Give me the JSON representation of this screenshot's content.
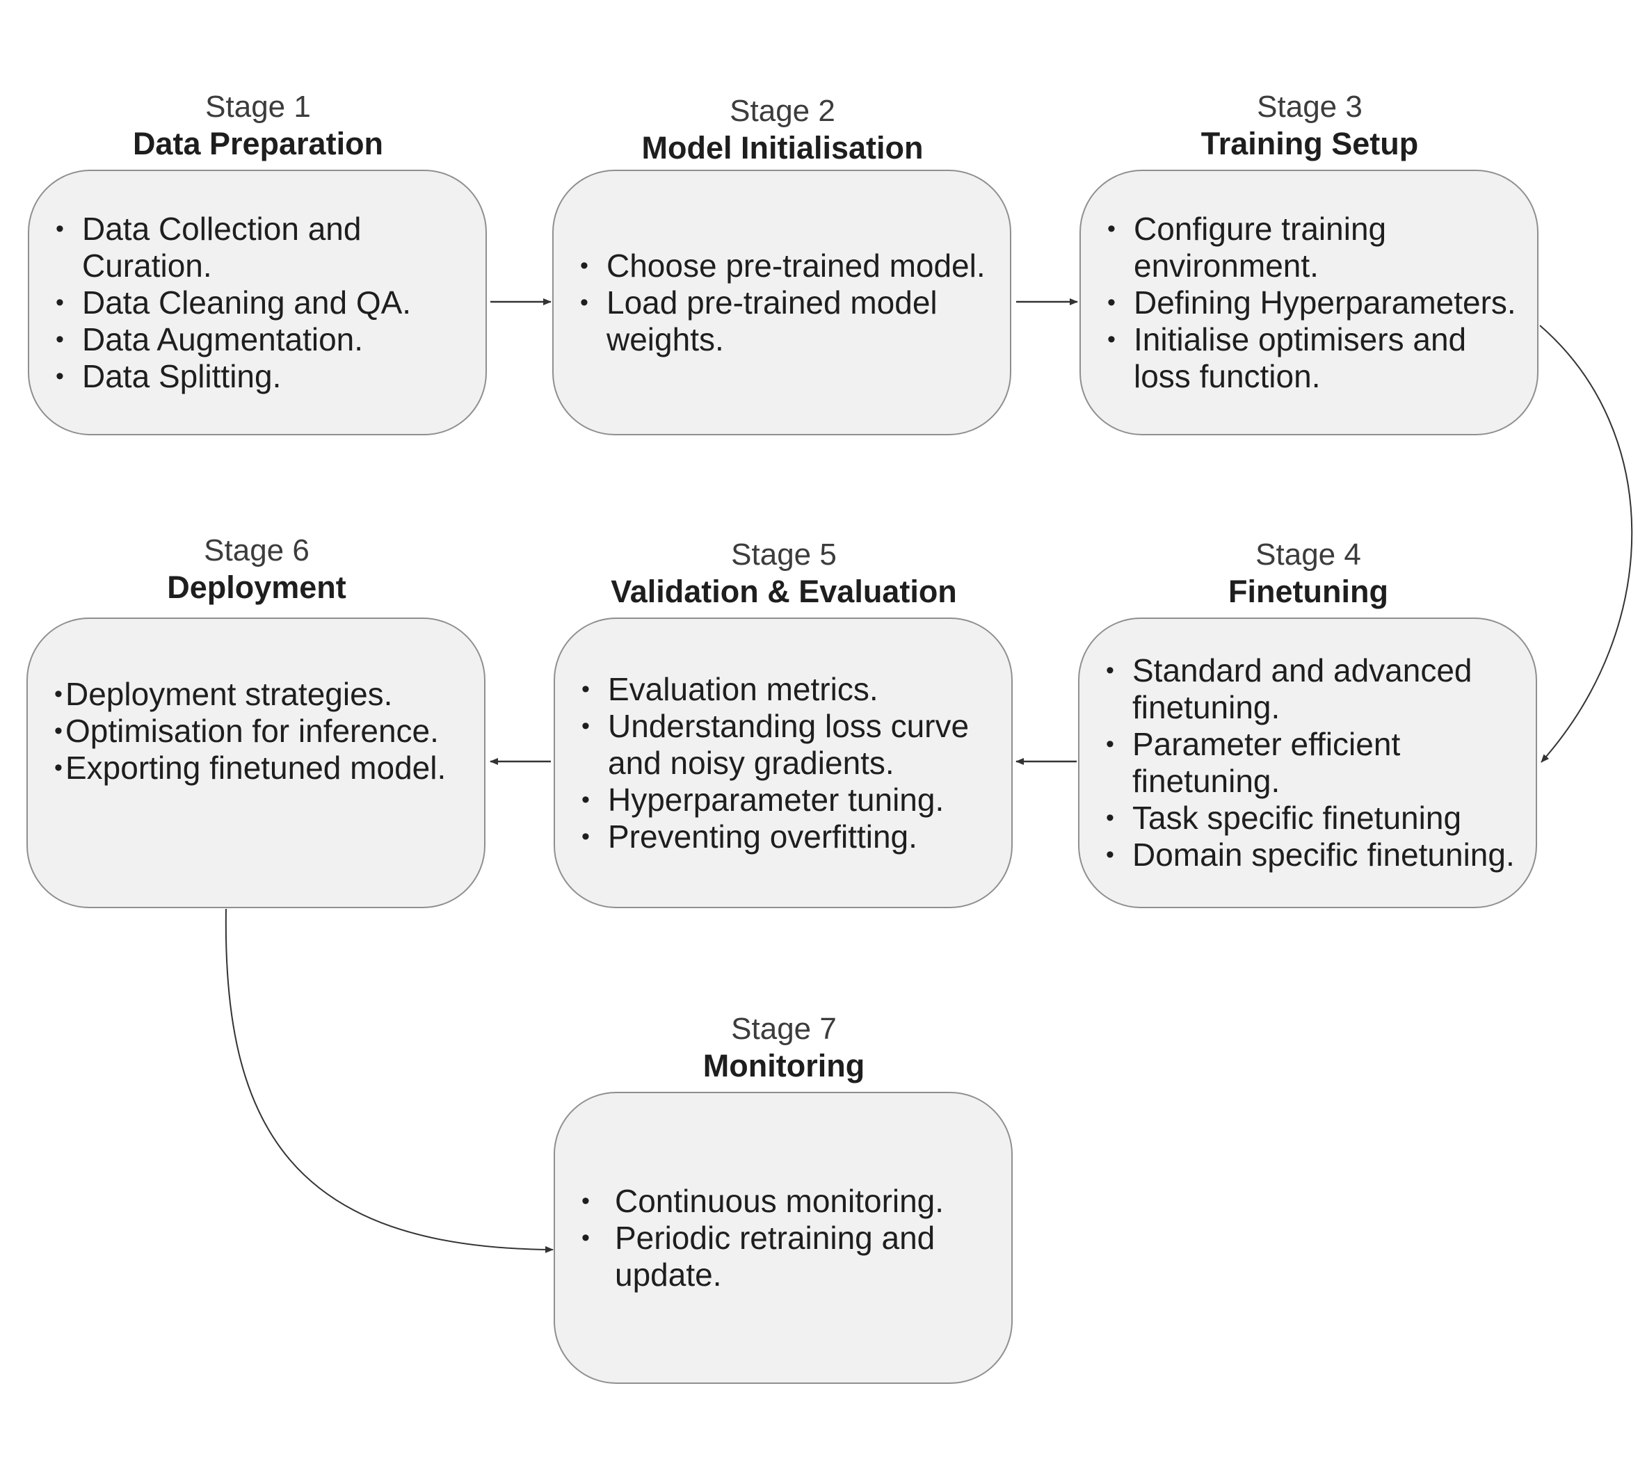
{
  "stages": [
    {
      "label": "Stage 1",
      "title": "Data Preparation",
      "items": [
        "Data Collection and Curation.",
        "Data Cleaning and QA.",
        "Data Augmentation.",
        "Data Splitting."
      ]
    },
    {
      "label": "Stage 2",
      "title": "Model Initialisation",
      "items": [
        "Choose pre-trained model.",
        "Load pre-trained model weights."
      ]
    },
    {
      "label": "Stage 3",
      "title": "Training Setup",
      "items": [
        "Configure training environment.",
        "Defining Hyperparameters.",
        "Initialise optimisers and loss function."
      ]
    },
    {
      "label": "Stage 4",
      "title": "Finetuning",
      "items": [
        "Standard and advanced finetuning.",
        "Parameter efficient finetuning.",
        "Task specific finetuning",
        "Domain specific finetuning."
      ]
    },
    {
      "label": "Stage 5",
      "title": "Validation & Evaluation",
      "items": [
        "Evaluation metrics.",
        "Understanding loss curve and noisy gradients.",
        "Hyperparameter tuning.",
        "Preventing overfitting."
      ]
    },
    {
      "label": "Stage 6",
      "title": "Deployment",
      "items": [
        "Deployment strategies.",
        "Optimisation for inference.",
        "Exporting finetuned model."
      ]
    },
    {
      "label": "Stage 7",
      "title": "Monitoring",
      "items": [
        "Continuous monitoring.",
        "Periodic retraining and update."
      ]
    }
  ],
  "colors": {
    "box_fill": "#f0f1f0",
    "box_border": "#8f8f8f",
    "text": "#1e1e1e",
    "arrow": "#333333"
  }
}
